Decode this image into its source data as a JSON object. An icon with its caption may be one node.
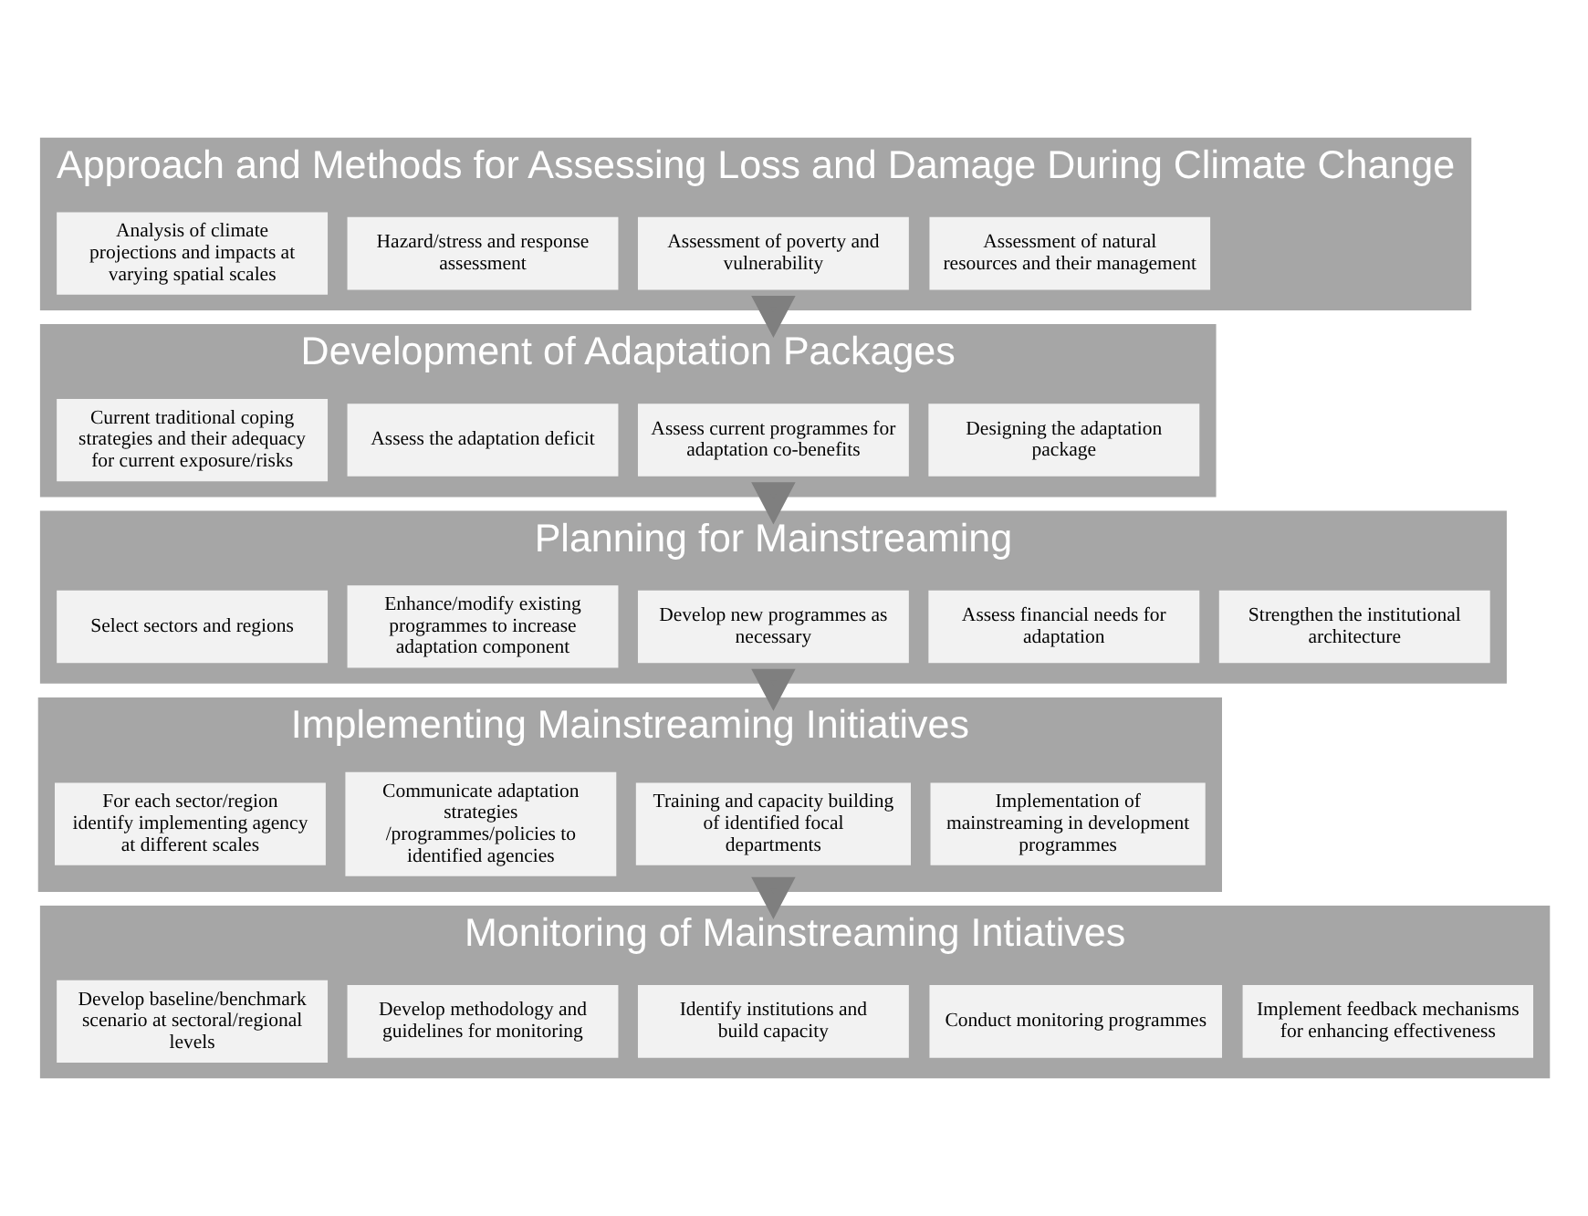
{
  "diagram": {
    "nodes": [
      {
        "text": [
          "Approach and Methods for Assessing Loss and Damage During Climate Change"
        ]
      },
      {
        "text": [
          "Analysis of climate projections and impacts at varying spatial scales"
        ],
        "in": 0
      },
      {
        "text": [
          "Hazard/stress and response assessment"
        ],
        "in": 0
      },
      {
        "text": [
          "Assessment of poverty and vulnerability"
        ],
        "in": 0
      },
      {
        "text": [
          "Assessment of natural resources and their management"
        ],
        "in": 0
      },
      {
        "text": [
          "Development of Adaptation Packages"
        ]
      },
      {
        "text": [
          "Current traditional coping strategies and their adequacy for current exposure/risks"
        ],
        "in": 5
      },
      {
        "text": [
          "Assess the adaptation deficit"
        ],
        "in": 5
      },
      {
        "text": [
          "Assess current programmes for adaptation co-benefits"
        ],
        "in": 5
      },
      {
        "text": [
          "Designing the adaptation package"
        ],
        "in": 5
      },
      {
        "text": [
          "Planning for Mainstreaming"
        ]
      },
      {
        "text": [
          "Select sectors and regions"
        ],
        "in": 10
      },
      {
        "text": [
          "Enhance/modify existing programmes to increase adaptation component"
        ],
        "in": 10
      },
      {
        "text": [
          "Develop new programmes as necessary"
        ],
        "in": 10
      },
      {
        "text": [
          "Assess financial needs for adaptation"
        ],
        "in": 10
      },
      {
        "text": [
          "Strengthen the institutional architecture"
        ],
        "in": 10
      },
      {
        "text": [
          "Implementing Mainstreaming Initiatives"
        ]
      },
      {
        "text": [
          "For each sector/region identify implementing agency at different scales"
        ],
        "in": 16
      },
      {
        "text": [
          "Communicate adaptation strategies /programmes/policies to identified agencies"
        ],
        "in": 16
      },
      {
        "text": [
          "Training and capacity building of identified focal departments"
        ],
        "in": 16
      },
      {
        "text": [
          "Implementation of mainstreaming in development programmes"
        ],
        "in": 16
      },
      {
        "text": [
          "Monitoring of Mainstreaming Intiatives"
        ]
      },
      {
        "text": [
          "Develop baseline/benchmark scenario at sectoral/regional levels"
        ],
        "in": 21
      },
      {
        "text": [
          "Develop methodology and guidelines for monitoring"
        ],
        "in": 21
      },
      {
        "text": [
          "Identify institutions and build capacity"
        ],
        "in": 21
      },
      {
        "text": [
          "Conduct monitoring programmes"
        ],
        "in": 21
      },
      {
        "text": [
          "Implement feedback mechanisms for enhancing effectiveness"
        ],
        "in": 21
      }
    ],
    "edges": [
      {
        "from": 0,
        "to": 5,
        "arrow": "to",
        "style": "thick"
      },
      {
        "from": 5,
        "to": 10,
        "arrow": "to",
        "style": "thick"
      },
      {
        "from": 10,
        "to": 16,
        "arrow": "to",
        "style": "thick"
      },
      {
        "from": 16,
        "to": 21,
        "arrow": "to",
        "style": "thick"
      }
    ]
  }
}
